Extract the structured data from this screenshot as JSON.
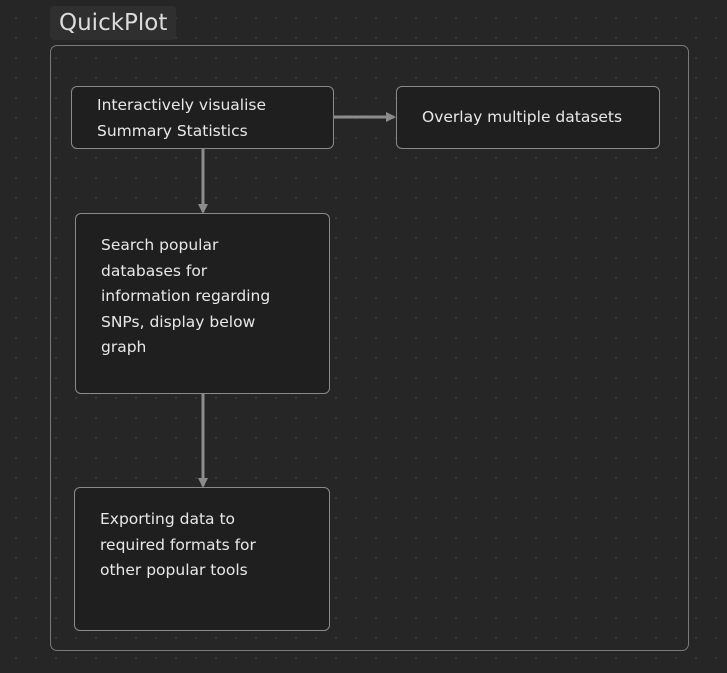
{
  "group": {
    "title": "QuickPlot"
  },
  "nodes": {
    "visualise": {
      "label": "Interactively visualise Summary Statistics"
    },
    "overlay": {
      "label": "Overlay multiple datasets"
    },
    "search": {
      "label": "Search popular databases for information regarding SNPs, display below graph"
    },
    "export": {
      "label": "Exporting data to required formats for other popular tools"
    }
  },
  "edges": [
    {
      "from": "visualise",
      "to": "overlay"
    },
    {
      "from": "visualise",
      "to": "search"
    },
    {
      "from": "search",
      "to": "export"
    }
  ],
  "colors": {
    "background": "#262626",
    "node_fill": "#1f1f1f",
    "node_border": "#8a8a8a",
    "edge": "#8c8c8c",
    "text": "#e8e8e8"
  }
}
